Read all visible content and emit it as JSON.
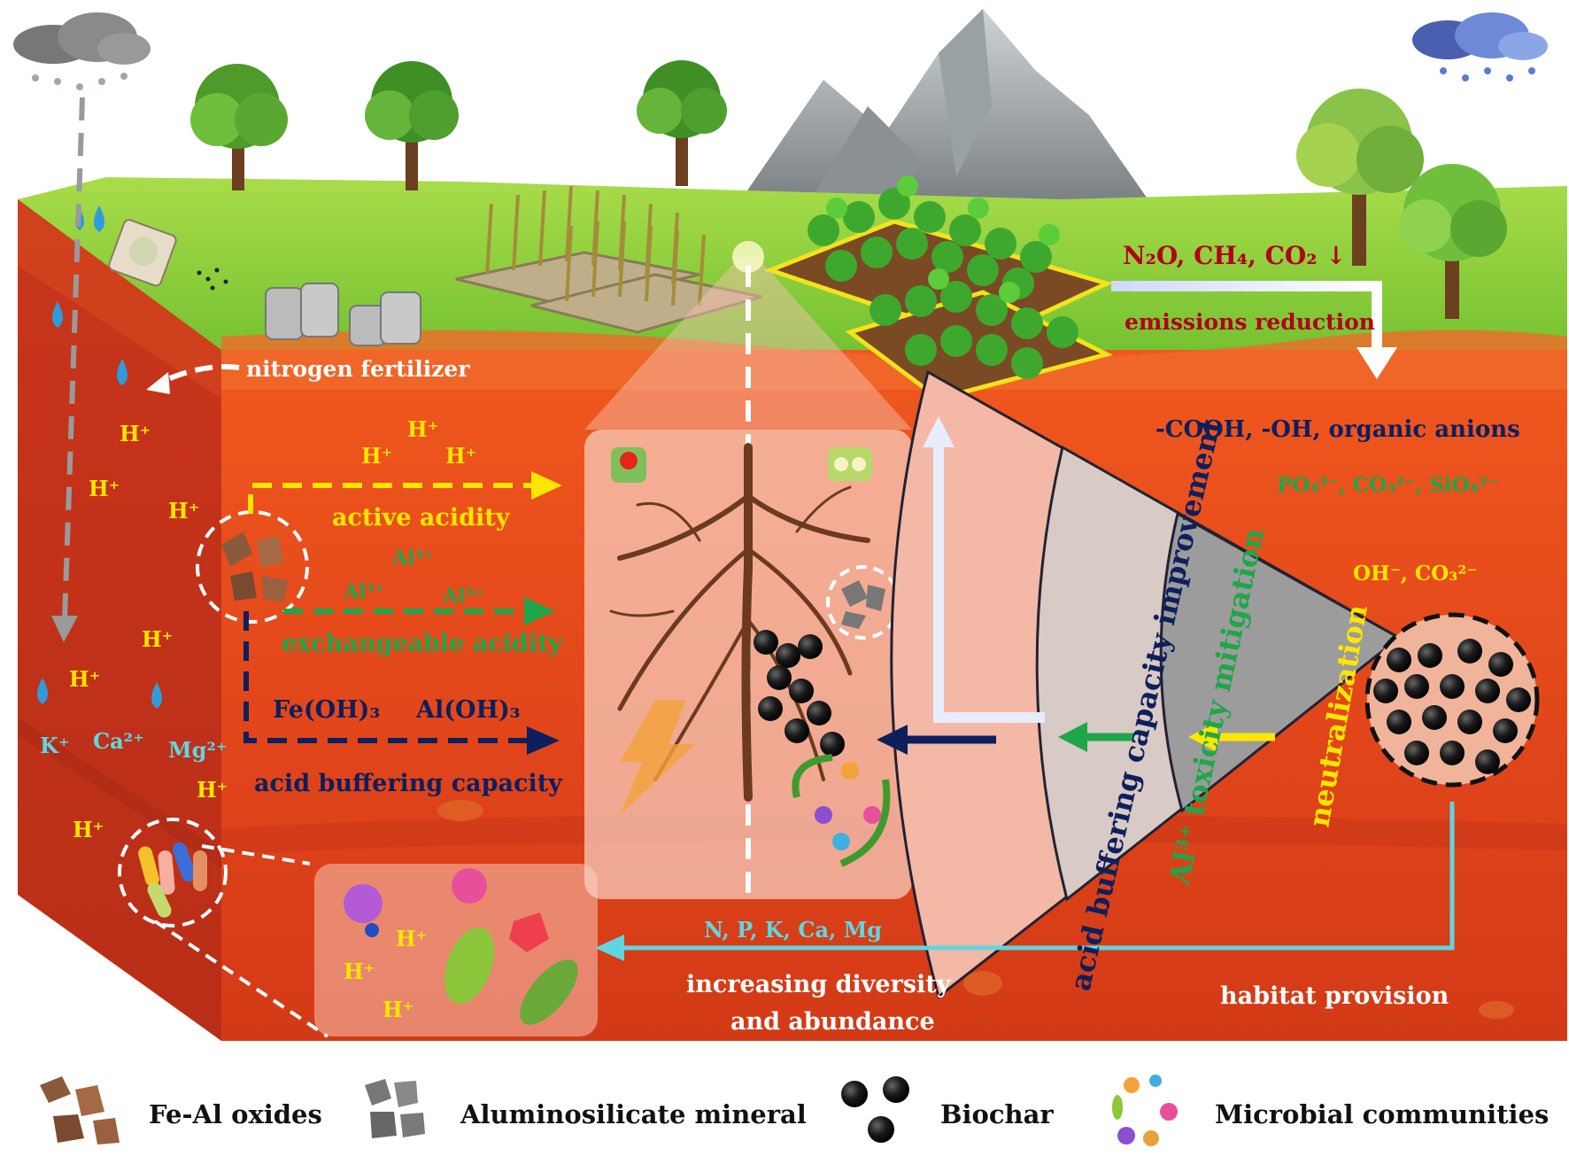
{
  "labels": {
    "nitrogen_fertilizer": "nitrogen fertilizer",
    "emissions_gases": "N₂O, CH₄, CO₂ ↓",
    "emissions_reduction": "emissions reduction",
    "organic_anions": "-COOH, -OH, organic anions",
    "phosphate_ions": "PO₄³⁻, CO₃²⁻, SiO₄²⁻",
    "hydroxide_ions": "OH⁻, CO₃²⁻",
    "active_acidity": "active acidity",
    "exchangeable_acidity": "exchangeable acidity",
    "fe_oh3": "Fe(OH)₃",
    "al_oh3": "Al(OH)₃",
    "acid_buffering_capacity": "acid buffering capacity",
    "al3": "Al³⁺",
    "h_plus": "H⁺",
    "k_plus": "K⁺",
    "ca2_plus": "Ca²⁺",
    "mg2_plus": "Mg²⁺",
    "nutrients": "N, P, K, Ca, Mg",
    "increasing_diversity_line1": "increasing diversity",
    "increasing_diversity_line2": "and abundance",
    "habitat_provision": "habitat provision",
    "fan_outer": "acid buffering capacity  improvement",
    "fan_middle": "Al³⁺ toxicity mitigation",
    "fan_inner": "neutralization"
  },
  "legend": [
    {
      "label": "Fe-Al oxides",
      "icon": "fe-al-oxides-icon"
    },
    {
      "label": "Aluminosilicate mineral",
      "icon": "aluminosilicate-icon"
    },
    {
      "label": "Biochar",
      "icon": "biochar-icon"
    },
    {
      "label": "Microbial communities",
      "icon": "microbe-icon"
    }
  ],
  "colors": {
    "yellow": "#ffe600",
    "green": "#1fa64a",
    "navy": "#0d1f5c",
    "cyan": "#5fd6e0",
    "red_text": "#b3001b",
    "soil": "#e3431a",
    "grass": "#7cc63a"
  }
}
